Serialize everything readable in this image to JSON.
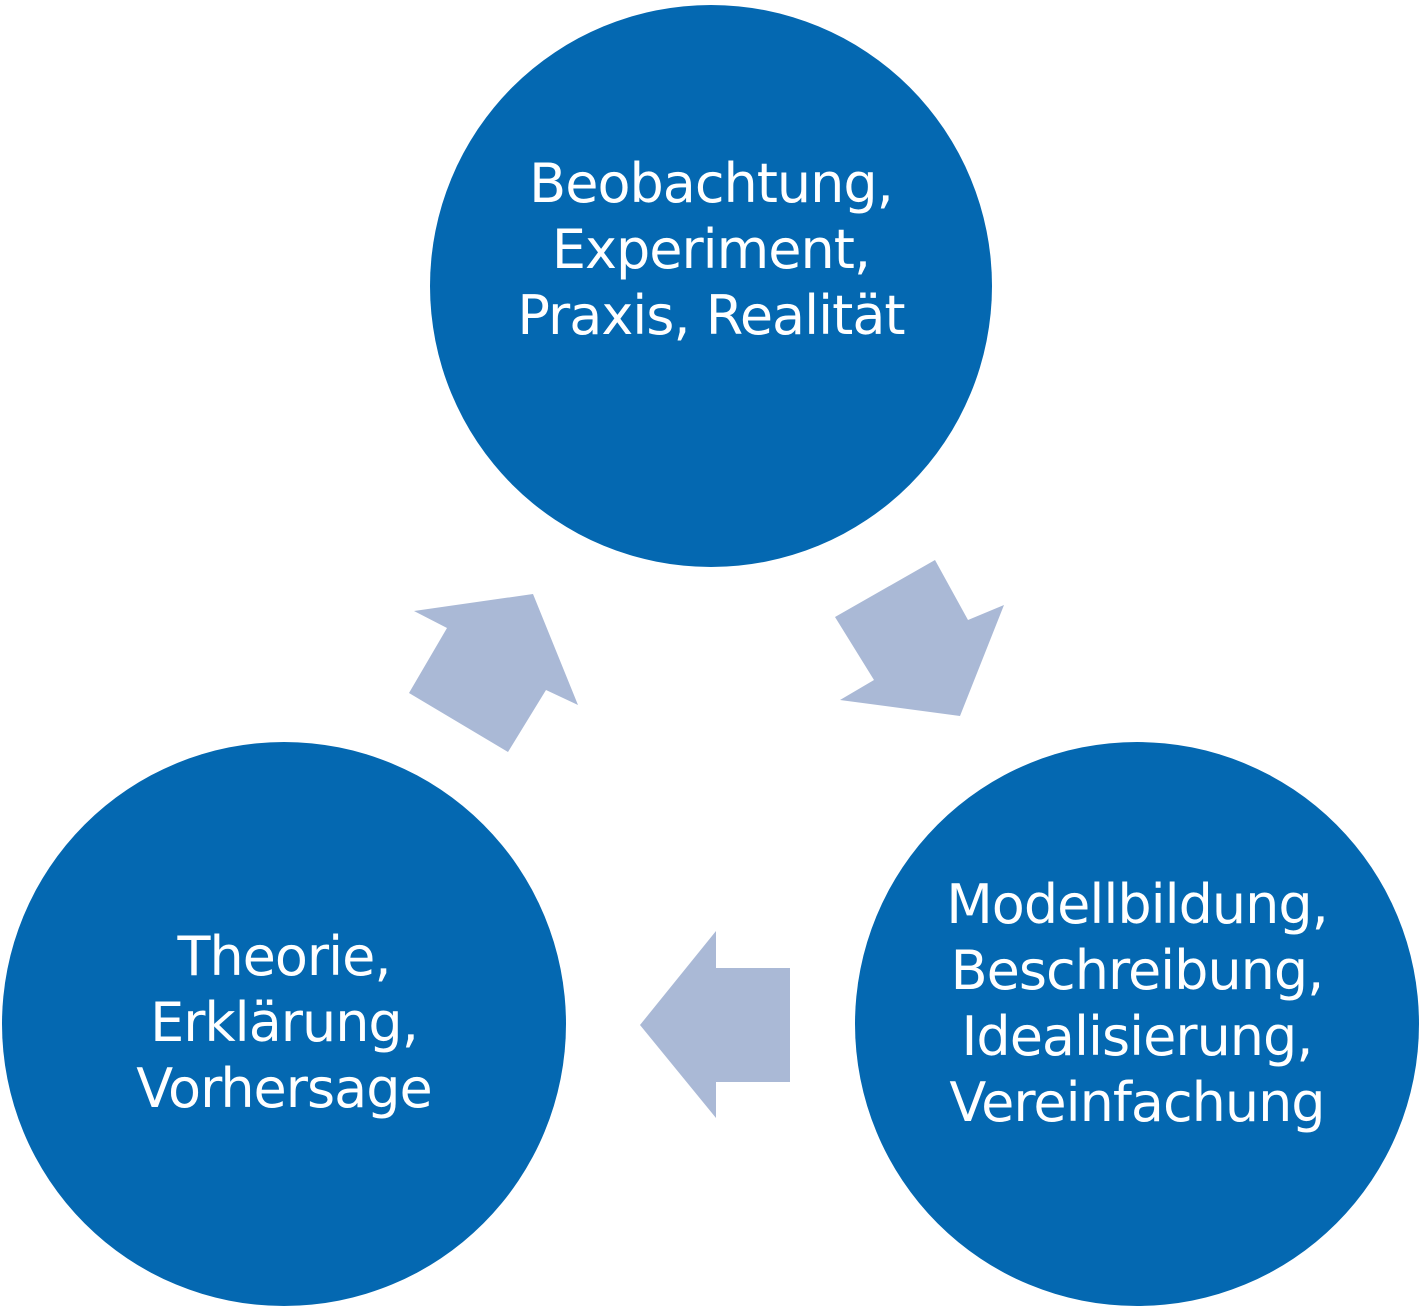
{
  "diagram": {
    "colors": {
      "node_fill": "#0468b1",
      "arrow_fill": "#aab9d6",
      "text": "#ffffff",
      "background": "#ffffff"
    },
    "nodes": {
      "top": {
        "lines": [
          "Beobachtung,",
          "Experiment,",
          "Praxis, Realität"
        ]
      },
      "right": {
        "lines": [
          "Modellbildung,",
          "Beschreibung,",
          "Idealisierung,",
          "Vereinfachung"
        ]
      },
      "left": {
        "lines": [
          "Theorie,",
          "Erklärung,",
          "Vorhersage"
        ]
      }
    },
    "arrows": [
      {
        "name": "arrow-top-to-right",
        "direction": "down-right"
      },
      {
        "name": "arrow-right-to-left",
        "direction": "left"
      },
      {
        "name": "arrow-left-to-top",
        "direction": "up-right"
      }
    ]
  }
}
